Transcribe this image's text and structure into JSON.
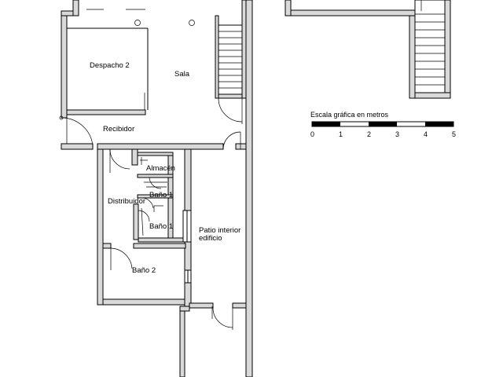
{
  "rooms": {
    "despacho2": "Despacho 2",
    "sala": "Sala",
    "recibidor": "Recibidor",
    "almacen": "Almacén",
    "bano1_a": "Baño 1",
    "distribuidor": "Distribuidor",
    "bano1_b": "Baño 1",
    "patio_line1": "Patio interior",
    "patio_line2": "edificio",
    "bano2": "Baño 2"
  },
  "scale": {
    "title": "Escala gráfica en metros",
    "ticks": [
      "0",
      "1",
      "2",
      "3",
      "4",
      "5"
    ]
  }
}
